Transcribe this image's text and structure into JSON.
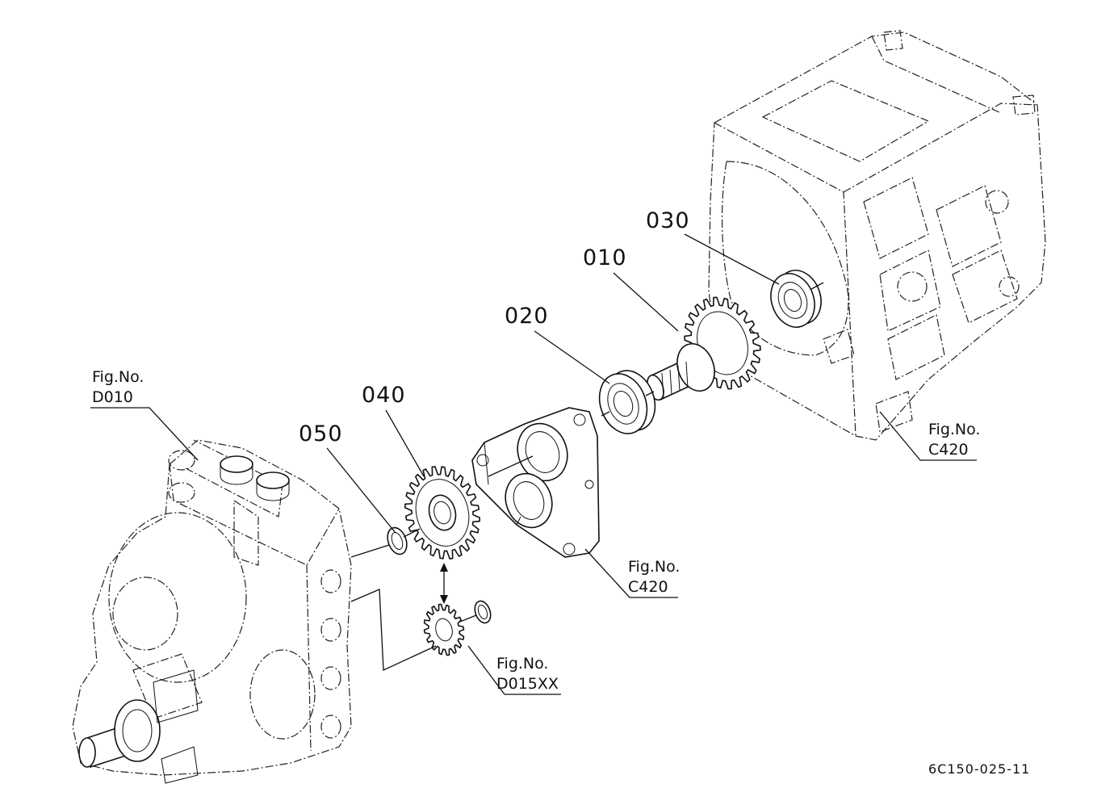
{
  "parts": {
    "p030": "030",
    "p010": "010",
    "p020": "020",
    "p040": "040",
    "p050": "050"
  },
  "figrefs": {
    "d010": {
      "line1": "Fig.No.",
      "line2": "D010"
    },
    "c420_case": {
      "line1": "Fig.No.",
      "line2": "C420"
    },
    "c420_cover": {
      "line1": "Fig.No.",
      "line2": "C420"
    },
    "d015xx": {
      "line1": "Fig.No.",
      "line2": "D015XX"
    }
  },
  "drawing_code": "6C150-025-11"
}
